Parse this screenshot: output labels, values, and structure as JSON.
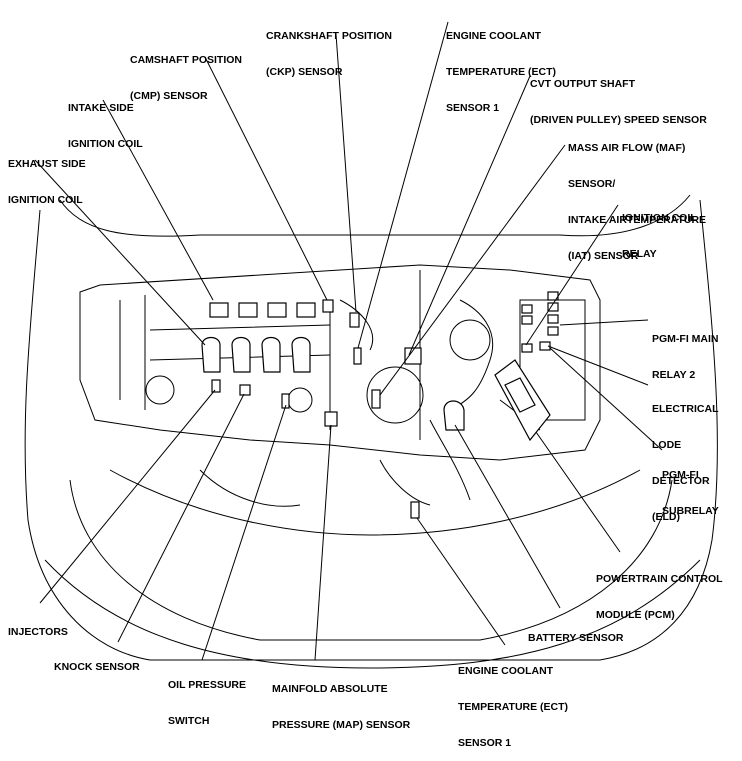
{
  "labels": {
    "crankshaft": [
      "CRANKSHAFT POSITION",
      "(CKP) SENSOR"
    ],
    "ect_top": [
      "ENGINE COOLANT",
      "TEMPERATURE (ECT)",
      "SENSOR 1"
    ],
    "camshaft": [
      "CAMSHAFT POSITION",
      "(CMP) SENSOR"
    ],
    "cvt": [
      "CVT OUTPUT SHAFT",
      "(DRIVEN PULLEY) SPEED SENSOR"
    ],
    "intake_coil": [
      "INTAKE SIDE",
      "IGNITION COIL"
    ],
    "maf": [
      "MASS AIR FLOW (MAF)",
      "SENSOR/",
      "INTAKE AIRTEMPERATURE",
      "(IAT) SENSOR"
    ],
    "exhaust_coil": [
      "EXHAUST SIDE",
      "IGNITION COIL"
    ],
    "ign_relay": [
      "IGNITION COIL",
      "RELAY"
    ],
    "pgm_main": [
      "PGM-FI MAIN",
      "RELAY 2"
    ],
    "eld": [
      "ELECTRICAL",
      "LODE",
      "DETECTOR",
      "(ELD)"
    ],
    "pgm_sub": [
      "PGM-FI",
      "SUBRELAY"
    ],
    "pcm": [
      "POWERTRAIN CONTROL",
      "MODULE (PCM)"
    ],
    "injectors": [
      "INJECTORS"
    ],
    "battery": [
      "BATTERY SENSOR"
    ],
    "knock": [
      "KNOCK SENSOR"
    ],
    "oil": [
      "OIL PRESSURE",
      "SWITCH"
    ],
    "map": [
      "MAINFOLD ABSOLUTE",
      "PRESSURE (MAP) SENSOR"
    ],
    "ect_bottom": [
      "ENGINE COOLANT",
      "TEMPERATURE (ECT)",
      "SENSOR 1"
    ]
  }
}
